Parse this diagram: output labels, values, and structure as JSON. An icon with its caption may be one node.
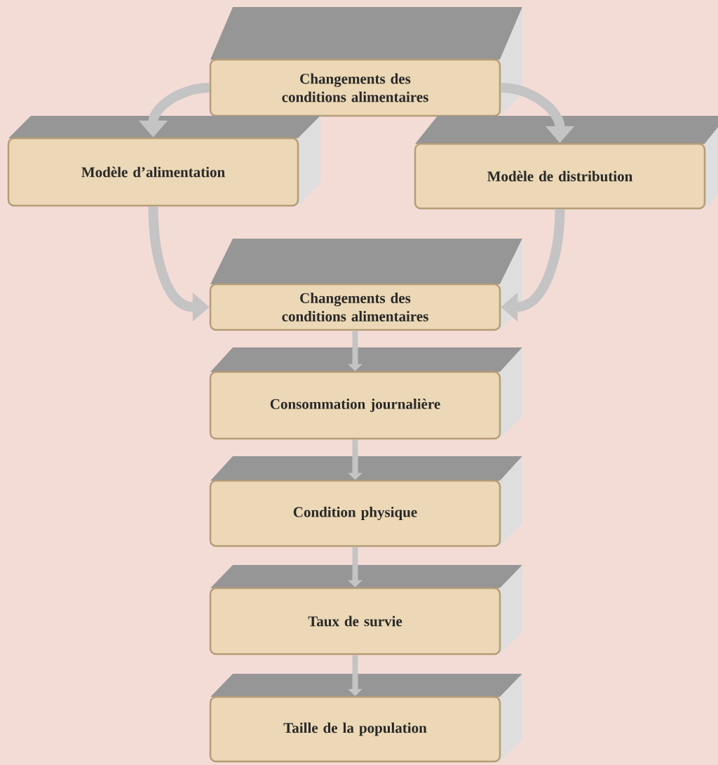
{
  "diagram": {
    "nodes": [
      {
        "text": [
          "Changements des conditions alimentaires"
        ]
      },
      {
        "text": [
          "Modèle d’alimentation"
        ]
      },
      {
        "text": [
          "Modèle de distribution"
        ]
      },
      {
        "text": [
          "Changements des conditions alimentaires"
        ]
      },
      {
        "text": [
          "Consommation journalière"
        ]
      },
      {
        "text": [
          "Condition physique"
        ]
      },
      {
        "text": [
          "Taux de survie"
        ]
      },
      {
        "text": [
          "Taille de la population"
        ]
      }
    ],
    "edges": [
      {
        "from": 0,
        "to": 1,
        "arrow": "to"
      },
      {
        "from": 0,
        "to": 2,
        "arrow": "to"
      },
      {
        "from": 1,
        "to": 3,
        "arrow": "to"
      },
      {
        "from": 2,
        "to": 3,
        "arrow": "to"
      },
      {
        "from": 3,
        "to": 4,
        "arrow": "to"
      },
      {
        "from": 4,
        "to": 5,
        "arrow": "to"
      },
      {
        "from": 5,
        "to": 6,
        "arrow": "to"
      },
      {
        "from": 6,
        "to": 7,
        "arrow": "to"
      }
    ]
  }
}
